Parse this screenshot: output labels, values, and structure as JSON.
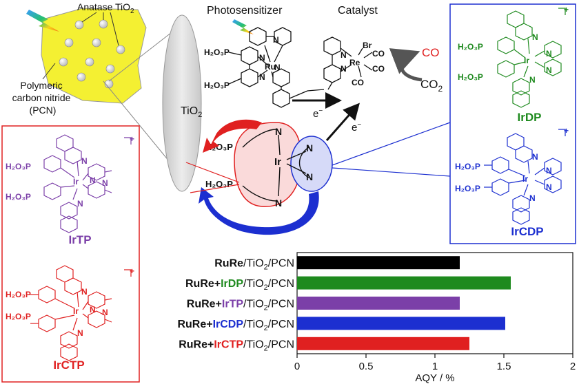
{
  "scheme": {
    "anatase_label": "Anatase TiO",
    "anatase_sub": "2",
    "pcn_label_lines": [
      "Polymeric",
      "carbon nitride",
      "(PCN)"
    ],
    "tio2_label": "TiO",
    "tio2_sub": "2",
    "photosensitizer_label": "Photosensitizer",
    "catalyst_label": "Catalyst",
    "electron": "e",
    "electron_sup": "−",
    "co_product": "CO",
    "co2_reactant": "CO",
    "co2_sub": "2",
    "ru": "Ru",
    "re": "Re",
    "br": "Br",
    "co_ligand": "CO",
    "h2o3p": "H₂O₃P",
    "ir": "Ir",
    "n": "N",
    "p": "P",
    "charge": "+"
  },
  "complexes": {
    "irdp": {
      "name": "IrDP",
      "color": "#1e8a1e"
    },
    "irtp": {
      "name": "IrTP",
      "color": "#7b3fa8"
    },
    "ircdp": {
      "name": "IrCDP",
      "color": "#1c2fd0"
    },
    "irctp": {
      "name": "IrCTP",
      "color": "#e02020"
    }
  },
  "colors": {
    "black": "#111111",
    "green": "#1e8a1e",
    "purple": "#7b3fa8",
    "blue": "#1c2fd0",
    "red": "#e02020",
    "pcn_yellow": "#f4f032",
    "tio2_gray": "#dcdcdc"
  },
  "chart_data": {
    "type": "bar",
    "orientation": "horizontal",
    "categories": [
      {
        "prefix": "RuRe",
        "dye": "",
        "suffix": "/TiO",
        "sub": "2",
        "tail": "/PCN"
      },
      {
        "prefix": "RuRe+",
        "dye": "IrDP",
        "suffix": "/TiO",
        "sub": "2",
        "tail": "/PCN"
      },
      {
        "prefix": "RuRe+",
        "dye": "IrTP",
        "suffix": "/TiO",
        "sub": "2",
        "tail": "/PCN"
      },
      {
        "prefix": "RuRe+",
        "dye": "IrCDP",
        "suffix": "/TiO",
        "sub": "2",
        "tail": "/PCN"
      },
      {
        "prefix": "RuRe+",
        "dye": "IrCTP",
        "suffix": "/TiO",
        "sub": "2",
        "tail": "/PCN"
      }
    ],
    "values": [
      1.18,
      1.55,
      1.18,
      1.51,
      1.25
    ],
    "bar_colors": [
      "#000000",
      "#1e8a1e",
      "#7b3fa8",
      "#1c2fd0",
      "#e02020"
    ],
    "dye_colors": [
      "#111111",
      "#1e8a1e",
      "#7b3fa8",
      "#1c2fd0",
      "#e02020"
    ],
    "xlabel": "AQY / %",
    "xlim": [
      0,
      2
    ],
    "xticks": [
      "0",
      "0.5",
      "1",
      "1.5",
      "2"
    ],
    "grid": false
  }
}
